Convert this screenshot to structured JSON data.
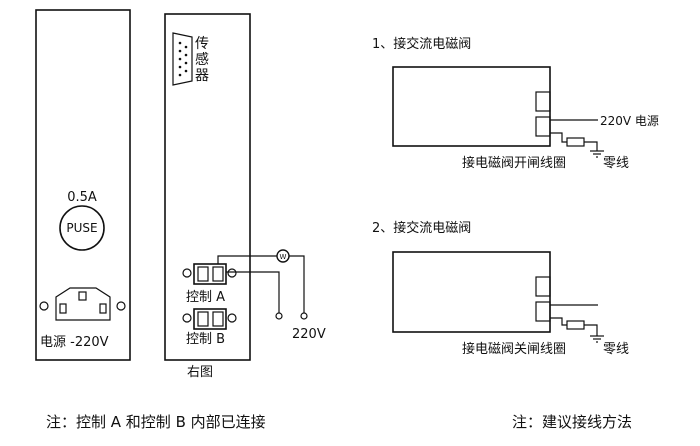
{
  "left_panel": {
    "fuse_rating": "0.5A",
    "fuse_label": "PUSE",
    "power_label": "电源 -220V"
  },
  "right_panel": {
    "sensor_label": "传感器",
    "control_a": "控制 A",
    "control_b": "控制 B",
    "voltage": "220V",
    "meter_symbol": "W",
    "caption": "右图"
  },
  "diagram_1": {
    "title": "1、接交流电磁阀",
    "power_label": "220V 电源",
    "coil_label": "接电磁阀开闸线圈",
    "neutral_label": "零线"
  },
  "diagram_2": {
    "title": "2、接交流电磁阀",
    "coil_label": "接电磁阀关闸线圈",
    "neutral_label": "零线"
  },
  "notes": {
    "left": "注：控制 A 和控制 B 内部已连接",
    "right": "注：建议接线方法"
  }
}
